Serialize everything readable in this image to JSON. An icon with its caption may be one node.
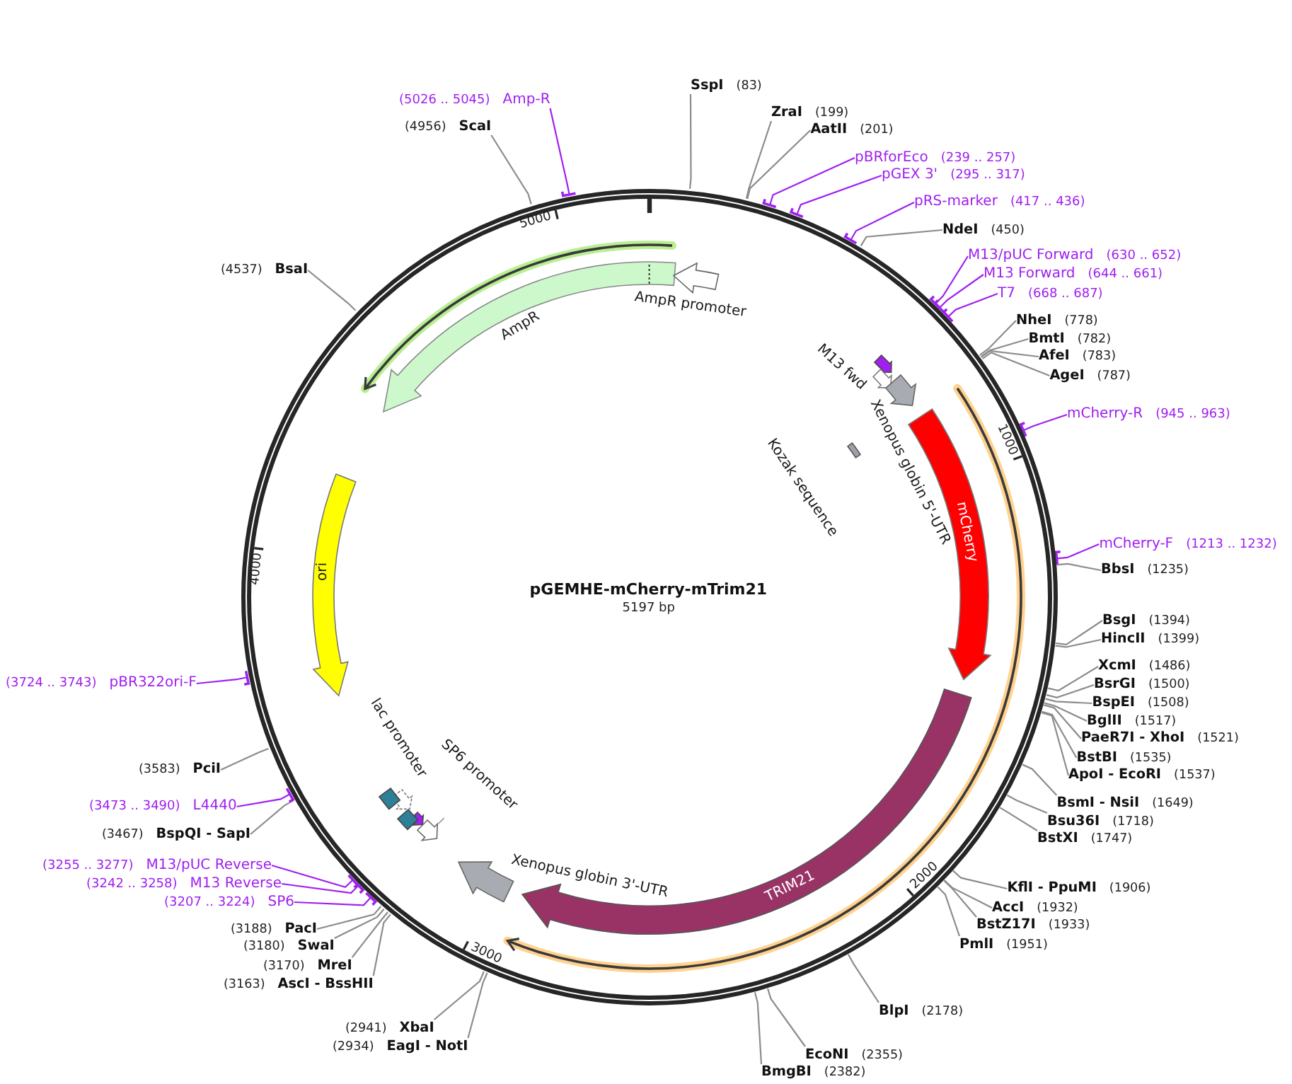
{
  "diagram": {
    "nodes": [
      {
        "text": [
          "SspI",
          "(83)"
        ]
      },
      {
        "text": [
          "ZraI",
          "(199)"
        ]
      },
      {
        "text": [
          "AatII",
          "(201)"
        ]
      },
      {
        "text": [
          "pBRforEco",
          "(239 .. 257)"
        ]
      },
      {
        "text": [
          "pGEX 3'",
          "(295 .. 317)"
        ]
      },
      {
        "text": [
          "pRS-marker",
          "(417 .. 436)"
        ]
      },
      {
        "text": [
          "NdeI",
          "(450)"
        ]
      },
      {
        "text": [
          "M13/pUC Forward",
          "(630 .. 652)"
        ]
      },
      {
        "text": [
          "M13 Forward",
          "(644 .. 661)"
        ]
      },
      {
        "text": [
          "T7",
          "(668 .. 687)"
        ]
      },
      {
        "text": [
          "NheI",
          "(778)"
        ]
      },
      {
        "text": [
          "BmtI",
          "(782)"
        ]
      },
      {
        "text": [
          "AfeI",
          "(783)"
        ]
      },
      {
        "text": [
          "AgeI",
          "(787)"
        ]
      },
      {
        "text": [
          "mCherry-R",
          "(945 .. 963)"
        ]
      },
      {
        "text": [
          "mCherry-F",
          "(1213 .. 1232)"
        ]
      },
      {
        "text": [
          "BbsI",
          "(1235)"
        ]
      },
      {
        "text": [
          "BsgI",
          "(1394)"
        ]
      },
      {
        "text": [
          "HincII",
          "(1399)"
        ]
      },
      {
        "text": [
          "XcmI",
          "(1486)"
        ]
      },
      {
        "text": [
          "BsrGI",
          "(1500)"
        ]
      },
      {
        "text": [
          "BspEI",
          "(1508)"
        ]
      },
      {
        "text": [
          "BglII",
          "(1517)"
        ]
      },
      {
        "text": [
          "PaeR7I - XhoI",
          "(1521)"
        ]
      },
      {
        "text": [
          "BstBI",
          "(1535)"
        ]
      },
      {
        "text": [
          "ApoI - EcoRI",
          "(1537)"
        ]
      },
      {
        "text": [
          "BsmI - NsiI",
          "(1649)"
        ]
      },
      {
        "text": [
          "Bsu36I",
          "(1718)"
        ]
      },
      {
        "text": [
          "BstXI",
          "(1747)"
        ]
      },
      {
        "text": [
          "KflI - PpuMI",
          "(1906)"
        ]
      },
      {
        "text": [
          "AccI",
          "(1932)"
        ]
      },
      {
        "text": [
          "BstZ17I",
          "(1933)"
        ]
      },
      {
        "text": [
          "PmlI",
          "(1951)"
        ]
      },
      {
        "text": [
          "BlpI",
          "(2178)"
        ]
      },
      {
        "text": [
          "EcoNI",
          "(2355)"
        ]
      },
      {
        "text": [
          "BmgBI",
          "(2382)"
        ]
      },
      {
        "text": [
          "(2934)",
          "EagI - NotI"
        ]
      },
      {
        "text": [
          "(2941)",
          "XbaI"
        ]
      },
      {
        "text": [
          "(3163)",
          "AscI - BssHII"
        ]
      },
      {
        "text": [
          "(3170)",
          "MreI"
        ]
      },
      {
        "text": [
          "(3180)",
          "SwaI"
        ]
      },
      {
        "text": [
          "(3188)",
          "PacI"
        ]
      },
      {
        "text": [
          "(3207 .. 3224)",
          "SP6"
        ]
      },
      {
        "text": [
          "(3242 .. 3258)",
          "M13 Reverse"
        ]
      },
      {
        "text": [
          "(3255 .. 3277)",
          "M13/pUC Reverse"
        ]
      },
      {
        "text": [
          "(3467)",
          "BspQI - SapI"
        ]
      },
      {
        "text": [
          "(3473 .. 3490)",
          "L4440"
        ]
      },
      {
        "text": [
          "(3583)",
          "PciI"
        ]
      },
      {
        "text": [
          "(3724 .. 3743)",
          "pBR322ori-F"
        ]
      },
      {
        "text": [
          "(4537)",
          "BsaI"
        ]
      },
      {
        "text": [
          "(4956)",
          "ScaI"
        ]
      },
      {
        "text": [
          "(5026 .. 5045)",
          "Amp-R"
        ]
      },
      {
        "text": [
          "pGEMHE-mCherry-mTrim21",
          "5197 bp"
        ]
      },
      {
        "text": [
          "M13 fwd"
        ],
        "in": 52
      },
      {
        "text": [],
        "shape": "arrow",
        "in": 52
      },
      {
        "text": [
          "Xenopus globin 5'-UTR"
        ],
        "in": 52
      },
      {
        "text": [
          "Kozak sequence"
        ],
        "in": 52
      },
      {
        "text": [
          "mCherry"
        ],
        "in": 52
      },
      {
        "text": [
          "TRIM21"
        ],
        "in": 52
      },
      {
        "text": [
          "Xenopus globin 3'-UTR"
        ],
        "in": 52
      },
      {
        "text": [
          "SP6 promoter"
        ],
        "in": 52
      },
      {
        "text": [],
        "shape": "arrow",
        "in": 52
      },
      {
        "text": [],
        "shape": "box",
        "in": 52
      },
      {
        "text": [
          "lac promoter"
        ],
        "in": 52
      },
      {
        "text": [],
        "shape": "box",
        "in": 52
      },
      {
        "text": [
          "ori"
        ],
        "in": 52
      },
      {
        "text": [
          "AmpR"
        ],
        "in": 52
      },
      {
        "text": [
          "AmpR promoter"
        ],
        "in": 52
      }
    ],
    "edges": [
      {
        "from": 0,
        "to": 52,
        "arrow": "none"
      },
      {
        "from": 1,
        "to": 52,
        "arrow": "none"
      },
      {
        "from": 2,
        "to": 52,
        "arrow": "none"
      },
      {
        "from": 3,
        "to": 52,
        "arrow": "other",
        "color": "#a020f0"
      },
      {
        "from": 4,
        "to": 52,
        "arrow": "other",
        "color": "#a020f0"
      },
      {
        "from": 5,
        "to": 52,
        "arrow": "other",
        "color": "#a020f0"
      },
      {
        "from": 6,
        "to": 52,
        "arrow": "none"
      },
      {
        "from": 7,
        "to": 52,
        "arrow": "other",
        "color": "#a020f0"
      },
      {
        "from": 8,
        "to": 52,
        "arrow": "other",
        "color": "#a020f0"
      },
      {
        "from": 9,
        "to": 52,
        "arrow": "other",
        "color": "#a020f0"
      },
      {
        "from": 10,
        "to": 52,
        "arrow": "none"
      },
      {
        "from": 11,
        "to": 52,
        "arrow": "none"
      },
      {
        "from": 12,
        "to": 52,
        "arrow": "none"
      },
      {
        "from": 13,
        "to": 52,
        "arrow": "none"
      },
      {
        "from": 14,
        "to": 52,
        "arrow": "other",
        "color": "#a020f0"
      },
      {
        "from": 15,
        "to": 52,
        "arrow": "other",
        "color": "#a020f0"
      },
      {
        "from": 16,
        "to": 52,
        "arrow": "none"
      },
      {
        "from": 17,
        "to": 52,
        "arrow": "none"
      },
      {
        "from": 18,
        "to": 52,
        "arrow": "none"
      },
      {
        "from": 19,
        "to": 52,
        "arrow": "none"
      },
      {
        "from": 20,
        "to": 52,
        "arrow": "none"
      },
      {
        "from": 21,
        "to": 52,
        "arrow": "none"
      },
      {
        "from": 22,
        "to": 52,
        "arrow": "none"
      },
      {
        "from": 23,
        "to": 52,
        "arrow": "none"
      },
      {
        "from": 24,
        "to": 52,
        "arrow": "none"
      },
      {
        "from": 25,
        "to": 52,
        "arrow": "none"
      },
      {
        "from": 26,
        "to": 52,
        "arrow": "none"
      },
      {
        "from": 27,
        "to": 52,
        "arrow": "none"
      },
      {
        "from": 28,
        "to": 52,
        "arrow": "none"
      },
      {
        "from": 29,
        "to": 52,
        "arrow": "none"
      },
      {
        "from": 30,
        "to": 52,
        "arrow": "none"
      },
      {
        "from": 31,
        "to": 52,
        "arrow": "none"
      },
      {
        "from": 32,
        "to": 52,
        "arrow": "none"
      },
      {
        "from": 33,
        "to": 52,
        "arrow": "none"
      },
      {
        "from": 34,
        "to": 52,
        "arrow": "none"
      },
      {
        "from": 35,
        "to": 52,
        "arrow": "none"
      },
      {
        "from": 36,
        "to": 52,
        "arrow": "none"
      },
      {
        "from": 37,
        "to": 52,
        "arrow": "none"
      },
      {
        "from": 38,
        "to": 52,
        "arrow": "none"
      },
      {
        "from": 39,
        "to": 52,
        "arrow": "none"
      },
      {
        "from": 40,
        "to": 52,
        "arrow": "none"
      },
      {
        "from": 41,
        "to": 52,
        "arrow": "none"
      },
      {
        "from": 42,
        "to": 52,
        "arrow": "other",
        "color": "#a020f0"
      },
      {
        "from": 43,
        "to": 52,
        "arrow": "other",
        "color": "#a020f0"
      },
      {
        "from": 44,
        "to": 52,
        "arrow": "other",
        "color": "#a020f0"
      },
      {
        "from": 45,
        "to": 52,
        "arrow": "none"
      },
      {
        "from": 46,
        "to": 52,
        "arrow": "other",
        "color": "#a020f0"
      },
      {
        "from": 47,
        "to": 52,
        "arrow": "none"
      },
      {
        "from": 48,
        "to": 52,
        "arrow": "other",
        "color": "#a020f0"
      },
      {
        "from": 49,
        "to": 52,
        "arrow": "none"
      },
      {
        "from": 50,
        "to": 52,
        "arrow": "none"
      },
      {
        "from": 51,
        "to": 52,
        "arrow": "other",
        "color": "#a020f0"
      }
    ],
    "labels": [
      "1000",
      "2000",
      "3000",
      "4000",
      "5000"
    ]
  }
}
